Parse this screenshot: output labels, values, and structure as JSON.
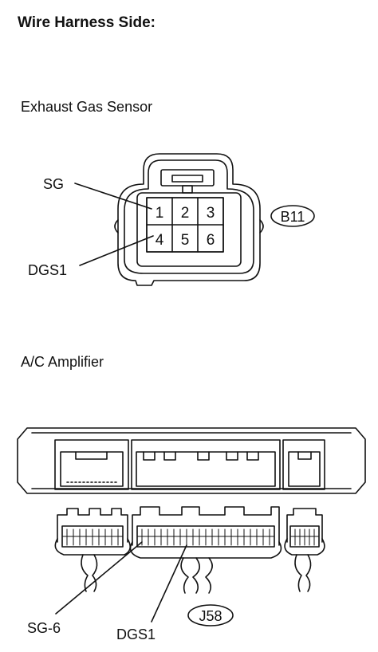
{
  "title": "Wire Harness Side:",
  "sensor": {
    "label": "Exhaust Gas Sensor",
    "connector_code": "B11",
    "pins": [
      "1",
      "2",
      "3",
      "4",
      "5",
      "6"
    ],
    "callout_sg": "SG",
    "callout_dgs1": "DGS1"
  },
  "amplifier": {
    "label": "A/C Amplifier",
    "connector_code": "J58",
    "callout_sg6": "SG-6",
    "callout_dgs1": "DGS1"
  }
}
